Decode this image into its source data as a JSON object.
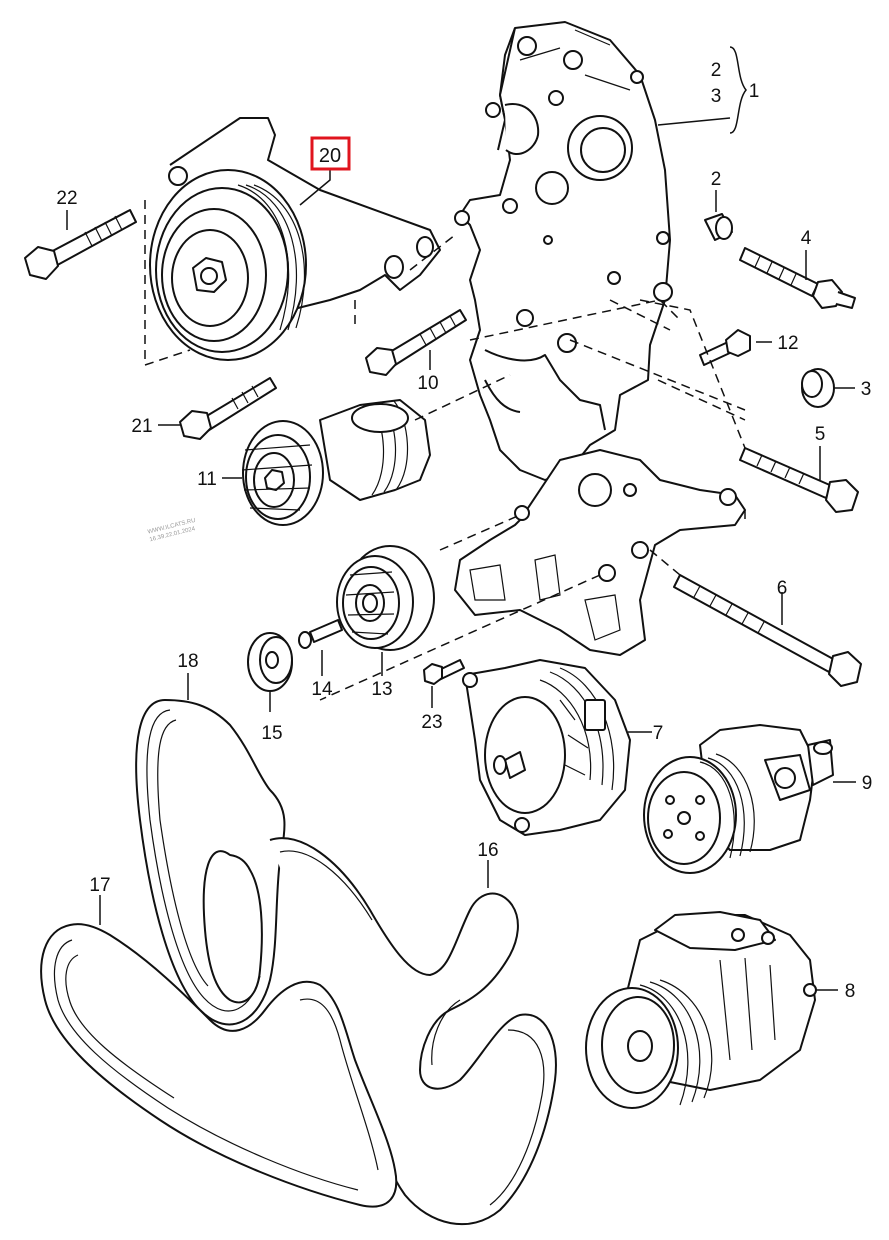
{
  "highlight_color": "#e0141e",
  "watermark": {
    "line1": "WWW.ILCATS.RU",
    "line2": "16.39.22.01.2024"
  },
  "callouts": {
    "c20": "20",
    "c22": "22",
    "c2a": "2",
    "c3a": "3",
    "c1": "1",
    "c2b": "2",
    "c4": "4",
    "c12": "12",
    "c10": "10",
    "c3b": "3",
    "c21": "21",
    "c5": "5",
    "c11": "11",
    "c6": "6",
    "c18": "18",
    "c14": "14",
    "c13": "13",
    "c15": "15",
    "c23": "23",
    "c7": "7",
    "c9": "9",
    "c16": "16",
    "c17": "17",
    "c8": "8"
  },
  "icons": [
    "pulley-icon",
    "bracket-icon",
    "bolt-icon",
    "belt-icon",
    "alternator-icon",
    "compressor-icon",
    "pump-icon"
  ]
}
